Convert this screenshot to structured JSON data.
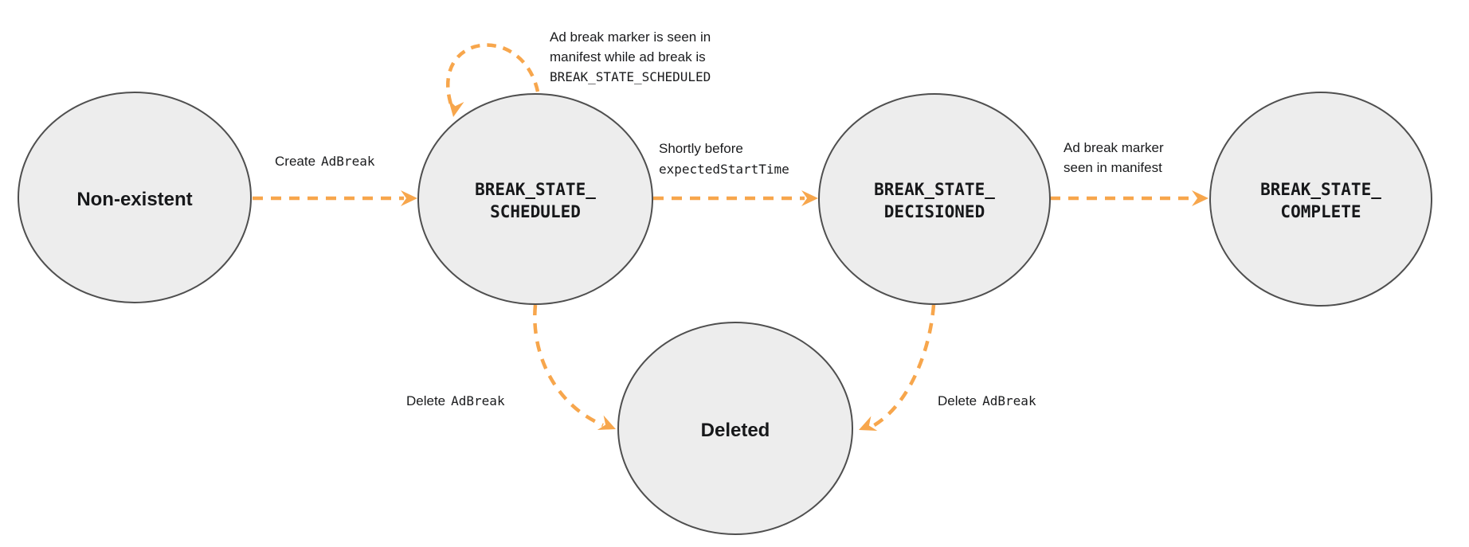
{
  "colors": {
    "arrow_orange": "#F7A64C",
    "node_fill": "#EDEDED",
    "node_border": "#4F4F4F",
    "text": "#17181A"
  },
  "nodes": {
    "non_existent": {
      "label": "Non-existent"
    },
    "scheduled": {
      "line1": "BREAK_STATE_",
      "line2": "SCHEDULED"
    },
    "decisioned": {
      "line1": "BREAK_STATE_",
      "line2": "DECISIONED"
    },
    "complete": {
      "line1": "BREAK_STATE_",
      "line2": "COMPLETE"
    },
    "deleted": {
      "label": "Deleted"
    }
  },
  "edges": {
    "create_adbreak": {
      "prefix": "Create",
      "code": "AdBreak"
    },
    "self_loop_note": {
      "line1": "Ad break marker is seen in",
      "line2": "manifest while ad break is",
      "line3": "BREAK_STATE_SCHEDULED"
    },
    "shortly_before": {
      "line1": "Shortly before",
      "line2": "expectedStartTime"
    },
    "marker_seen": {
      "line1": "Ad break marker",
      "line2": "seen in manifest"
    },
    "delete_from_scheduled": {
      "prefix": "Delete",
      "code": "AdBreak"
    },
    "delete_from_decisioned": {
      "prefix": "Delete",
      "code": "AdBreak"
    }
  }
}
